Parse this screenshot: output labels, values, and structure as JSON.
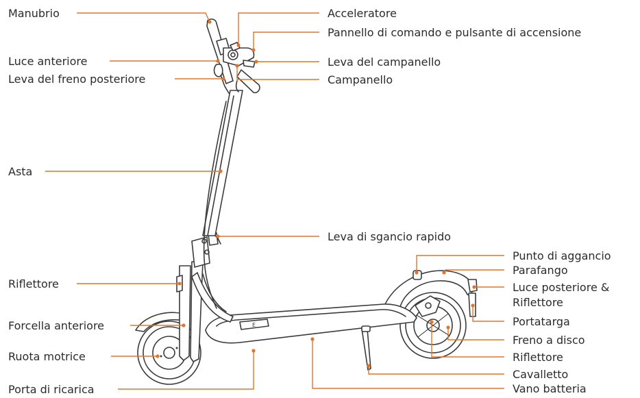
{
  "colors": {
    "accent": "#e0752d",
    "line": "#3a3a3a",
    "text": "#2b2b2b",
    "background": "#ffffff"
  },
  "labels": {
    "manubrio": "Manubrio",
    "luce_anteriore": "Luce anteriore",
    "leva_freno_posteriore": "Leva del freno posteriore",
    "asta": "Asta",
    "riflettore_anteriore": "Riflettore",
    "forcella_anteriore": "Forcella anteriore",
    "ruota_motrice": "Ruota motrice",
    "porta_ricarica": "Porta di ricarica",
    "acceleratore": "Acceleratore",
    "pannello_comando": "Pannello di comando e pulsante di accensione",
    "leva_campanello": "Leva del campanello",
    "campanello": "Campanello",
    "leva_sgancio": "Leva di sgancio rapido",
    "punto_aggancio": "Punto di aggancio",
    "parafango": "Parafango",
    "luce_posteriore_1": "Luce posteriore &",
    "luce_posteriore_2": "Riflettore",
    "portatarga": "Portatarga",
    "freno_disco": "Freno a disco",
    "riflettore_posteriore": "Riflettore",
    "cavalletto": "Cavalletto",
    "vano_batteria": "Vano batteria"
  }
}
